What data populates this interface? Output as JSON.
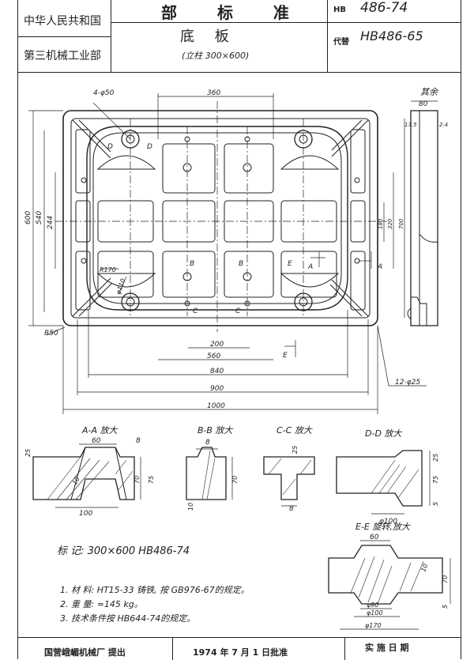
{
  "header": {
    "org_line1": "中华人民共和国",
    "org_line2": "第三机械工业部",
    "standard_class": "部 标 准",
    "std_prefix": "HB",
    "std_number": "486-74",
    "replaces_label": "代替",
    "replaces_number": "HB486-65",
    "title": "底 板",
    "subtitle": "(立柱 300×600)"
  },
  "main_view": {
    "surface_mark": "其余",
    "dims": {
      "hole_callout": "4-φ50",
      "top_360": "360",
      "r170": "R170",
      "r50": "R50",
      "phi110": "φ110",
      "d200": "200",
      "d560": "560",
      "d840": "840",
      "d900": "900",
      "d1000": "1000",
      "left_600": "600",
      "left_540": "540",
      "left_244": "244",
      "right_180": "180",
      "right_320": "320",
      "right_700": "700",
      "holes_12": "12-φ25",
      "side_80": "80",
      "side_17": "17.5",
      "side_2_4": "2.4",
      "letter_D": "D",
      "letter_B": "B",
      "letter_C": "C",
      "letter_E": "E",
      "letter_A": "A"
    }
  },
  "sections": {
    "aa_title": "A-A 放大",
    "aa_60": "60",
    "aa_8": "8",
    "aa_25": "25",
    "aa_70": "70",
    "aa_75": "75",
    "aa_10": "10",
    "aa_100": "100",
    "bb_title": "B-B 放大",
    "bb_8": "8",
    "bb_10": "10",
    "bb_70": "70",
    "cc_title": "C-C 放大",
    "cc_25": "25",
    "cc_8": "8",
    "dd_title": "D-D 放大",
    "dd_25": "25",
    "dd_75": "75",
    "dd_5": "5",
    "dd_100": "φ100",
    "ee_title": "E-E 旋转,放大",
    "ee_60": "60",
    "ee_10": "10",
    "ee_70": "70",
    "ee_5": "5",
    "ee_phi90": "φ90",
    "ee_phi100": "φ100",
    "ee_phi170": "φ170"
  },
  "notes": {
    "marking": "标 记: 300×600  HB486-74",
    "n1": "1. 材  料: HT15-33 铸铁, 按 GB976-67的规定。",
    "n2": "2. 重  量: ≈145 kg。",
    "n3": "3. 技术条件按 HB644-74的规定。"
  },
  "footer": {
    "proposer": "国营峨嵋机械厂  提出",
    "approved": "1974 年 7 月 1 日批准",
    "effective": "实 施 日 期"
  }
}
